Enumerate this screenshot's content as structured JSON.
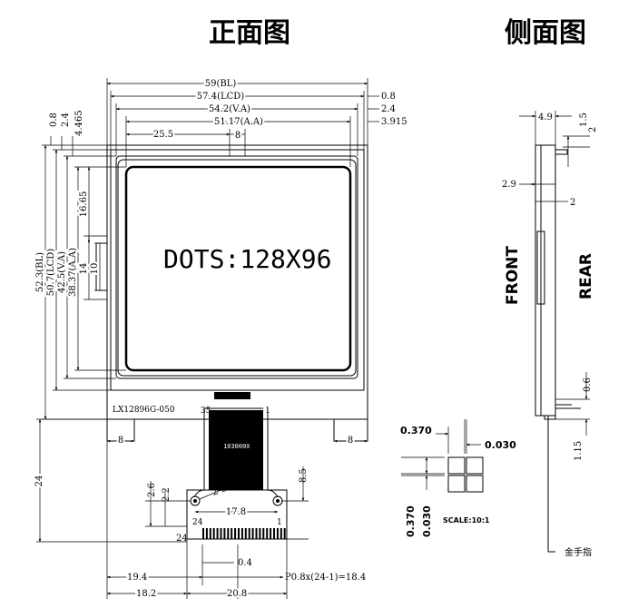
{
  "titles": {
    "front": "正面图",
    "side": "侧面图"
  },
  "display": {
    "dots": "DOTS:128X96"
  },
  "model": "LX12896G-050",
  "fpc": {
    "code": "103000X",
    "pin_first": "35",
    "pin_last": "1",
    "pin_24": "24"
  },
  "horizontal": {
    "bl": "59(BL)",
    "lcd": "57.4(LCD)",
    "va": "54.2(V.A)",
    "aa": "51.17(A.A)",
    "off_08": "0.8",
    "off_24": "2.4",
    "off_3915": "3.915",
    "d255": "25.5",
    "d8": "8",
    "bot8_left": "8",
    "bot8_right": "8",
    "d178": "17.8",
    "d04": "0.4",
    "d194": "19.4",
    "d182": "18.2",
    "d208": "20.8",
    "pitch": "P0.8x(24-1)=18.4"
  },
  "vertical": {
    "bl": "52.3(BL)",
    "lcd": "50.7(LCD)",
    "va": "42.5(V.A)",
    "aa": "38.37(A.A)",
    "top08": "0.8",
    "top24": "2.4",
    "top4465": "4.465",
    "d1665": "16.65",
    "d14": "14",
    "d10": "10",
    "d26": "2.6",
    "d22": "2.2",
    "d24": "24",
    "d85": "8.5",
    "hole": "2-Ø1"
  },
  "side": {
    "d49": "4.9",
    "d15": "1.5",
    "d2top": "2",
    "d29": "2.9",
    "d2": "2",
    "d06": "0.6",
    "d115": "1.15",
    "front": "FRONT",
    "rear": "REAR",
    "gold": "金手指"
  },
  "detail": {
    "d370a": "0.370",
    "d030a": "0.030",
    "d370b": "0.370",
    "d030b": "0.030",
    "scale": "SCALE:10:1"
  }
}
